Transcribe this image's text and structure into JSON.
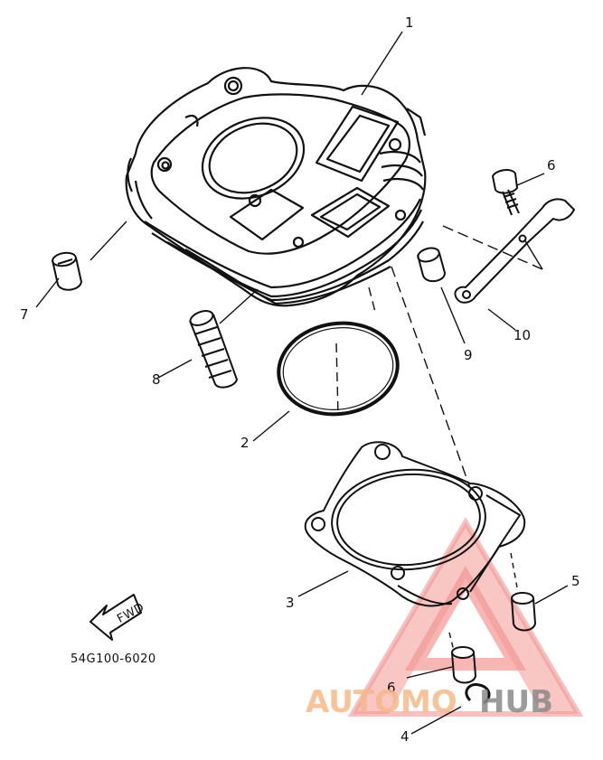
{
  "diagram": {
    "part_labels": [
      "1",
      "2",
      "3",
      "4",
      "5",
      "6",
      "6",
      "7",
      "8",
      "9",
      "10"
    ],
    "fwd_label": "FWD",
    "part_code": "54G100-6020"
  },
  "watermark": {
    "text_left": "AUTOMO",
    "text_right": "HUB",
    "color_left": "#f5b98a",
    "color_right": "#8a8a8a",
    "triangle_color": "#e8413a"
  },
  "colors": {
    "ink": "#111111",
    "background": "#ffffff"
  }
}
